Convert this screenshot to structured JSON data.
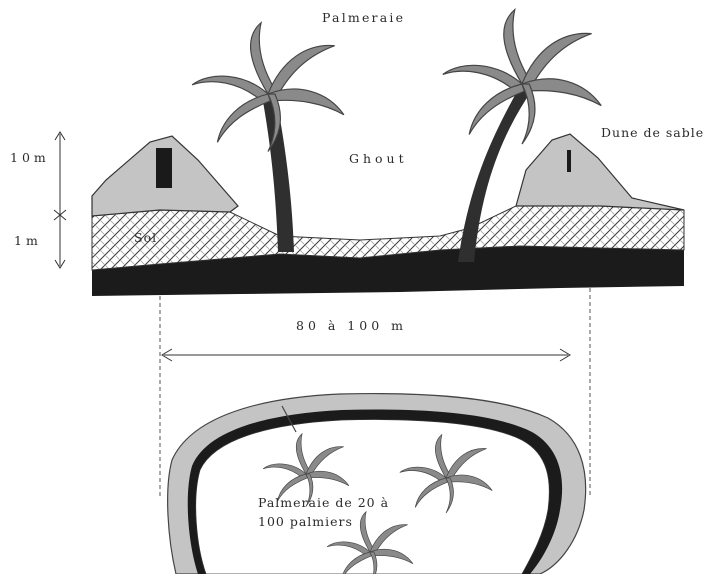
{
  "labels": {
    "palmeraie": "Palmeraie",
    "ghout": "Ghout",
    "dune": "Dune de sable",
    "height_top": "10m",
    "height_bottom": "1m",
    "soil": "Sol",
    "width": "80 à 100 m",
    "grove_line1": "Palmeraie de 20 à",
    "grove_line2": "100 palmiers"
  },
  "colors": {
    "sand": "#c4c4c4",
    "palm_leaf": "#8a8a8a",
    "trunk": "#2f2f2f",
    "bedrock": "#1b1b1b",
    "outline": "#333333"
  }
}
